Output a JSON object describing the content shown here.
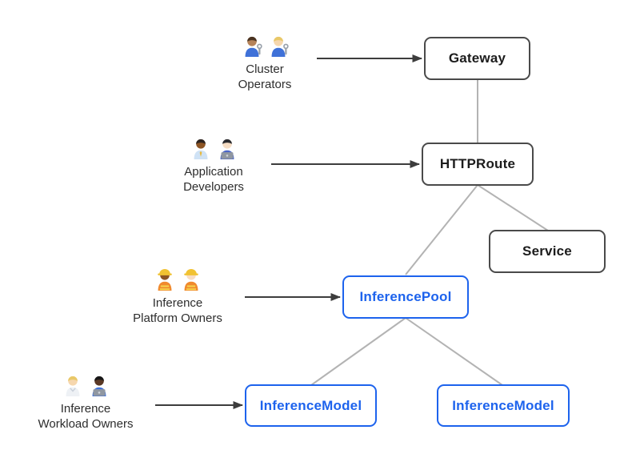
{
  "personas": [
    {
      "label_lines": [
        "Cluster",
        "Operators"
      ],
      "emoji": "👨🏽‍🔧 👩🏼‍🔧",
      "icons": [
        "man-mechanic-icon",
        "woman-mechanic-icon"
      ],
      "points_to": "Gateway"
    },
    {
      "label_lines": [
        "Application",
        "Developers"
      ],
      "emoji": "👨🏿‍💼 👩🏻‍💻",
      "icons": [
        "man-office-worker-icon",
        "woman-technologist-icon"
      ],
      "points_to": "HTTPRoute"
    },
    {
      "label_lines": [
        "Inference",
        "Platform Owners"
      ],
      "emoji": "👷🏿‍♀️ 👷🏻",
      "icons": [
        "woman-construction-worker-icon",
        "man-construction-worker-icon"
      ],
      "points_to": "InferencePool"
    },
    {
      "label_lines": [
        "Inference",
        "Workload Owners"
      ],
      "emoji": "🧑🏼‍⚕️ 👨🏿‍💻",
      "icons": [
        "health-worker-icon",
        "man-technologist-icon"
      ],
      "points_to": "InferenceModel"
    }
  ],
  "nodes": [
    {
      "id": "gateway",
      "label": "Gateway",
      "style": "dark"
    },
    {
      "id": "httproute",
      "label": "HTTPRoute",
      "style": "dark"
    },
    {
      "id": "service",
      "label": "Service",
      "style": "dark"
    },
    {
      "id": "inference-pool",
      "label": "InferencePool",
      "style": "blue"
    },
    {
      "id": "inference-model-left",
      "label": "InferenceModel",
      "style": "blue"
    },
    {
      "id": "inference-model-right",
      "label": "InferenceModel",
      "style": "blue"
    }
  ],
  "edges": [
    {
      "from": "Gateway",
      "to": "HTTPRoute",
      "type": "line"
    },
    {
      "from": "HTTPRoute",
      "to": "InferencePool",
      "type": "line"
    },
    {
      "from": "HTTPRoute",
      "to": "Service",
      "type": "line"
    },
    {
      "from": "InferencePool",
      "to": "InferenceModel (left)",
      "type": "line"
    },
    {
      "from": "InferencePool",
      "to": "InferenceModel (right)",
      "type": "line"
    },
    {
      "from": "Cluster Operators",
      "to": "Gateway",
      "type": "arrow"
    },
    {
      "from": "Application Developers",
      "to": "HTTPRoute",
      "type": "arrow"
    },
    {
      "from": "Inference Platform Owners",
      "to": "InferencePool",
      "type": "arrow"
    },
    {
      "from": "Inference Workload Owners",
      "to": "InferenceModel (left)",
      "type": "arrow"
    }
  ],
  "colors": {
    "background": "#ffffff",
    "node_border_dark": "#4a4a4a",
    "node_text_dark": "#1c1c1c",
    "node_accent_blue": "#1d63ed",
    "connector_gray": "#b3b3b3",
    "arrow_dark": "#3d3d3d",
    "label_text": "#2d2d2d"
  }
}
